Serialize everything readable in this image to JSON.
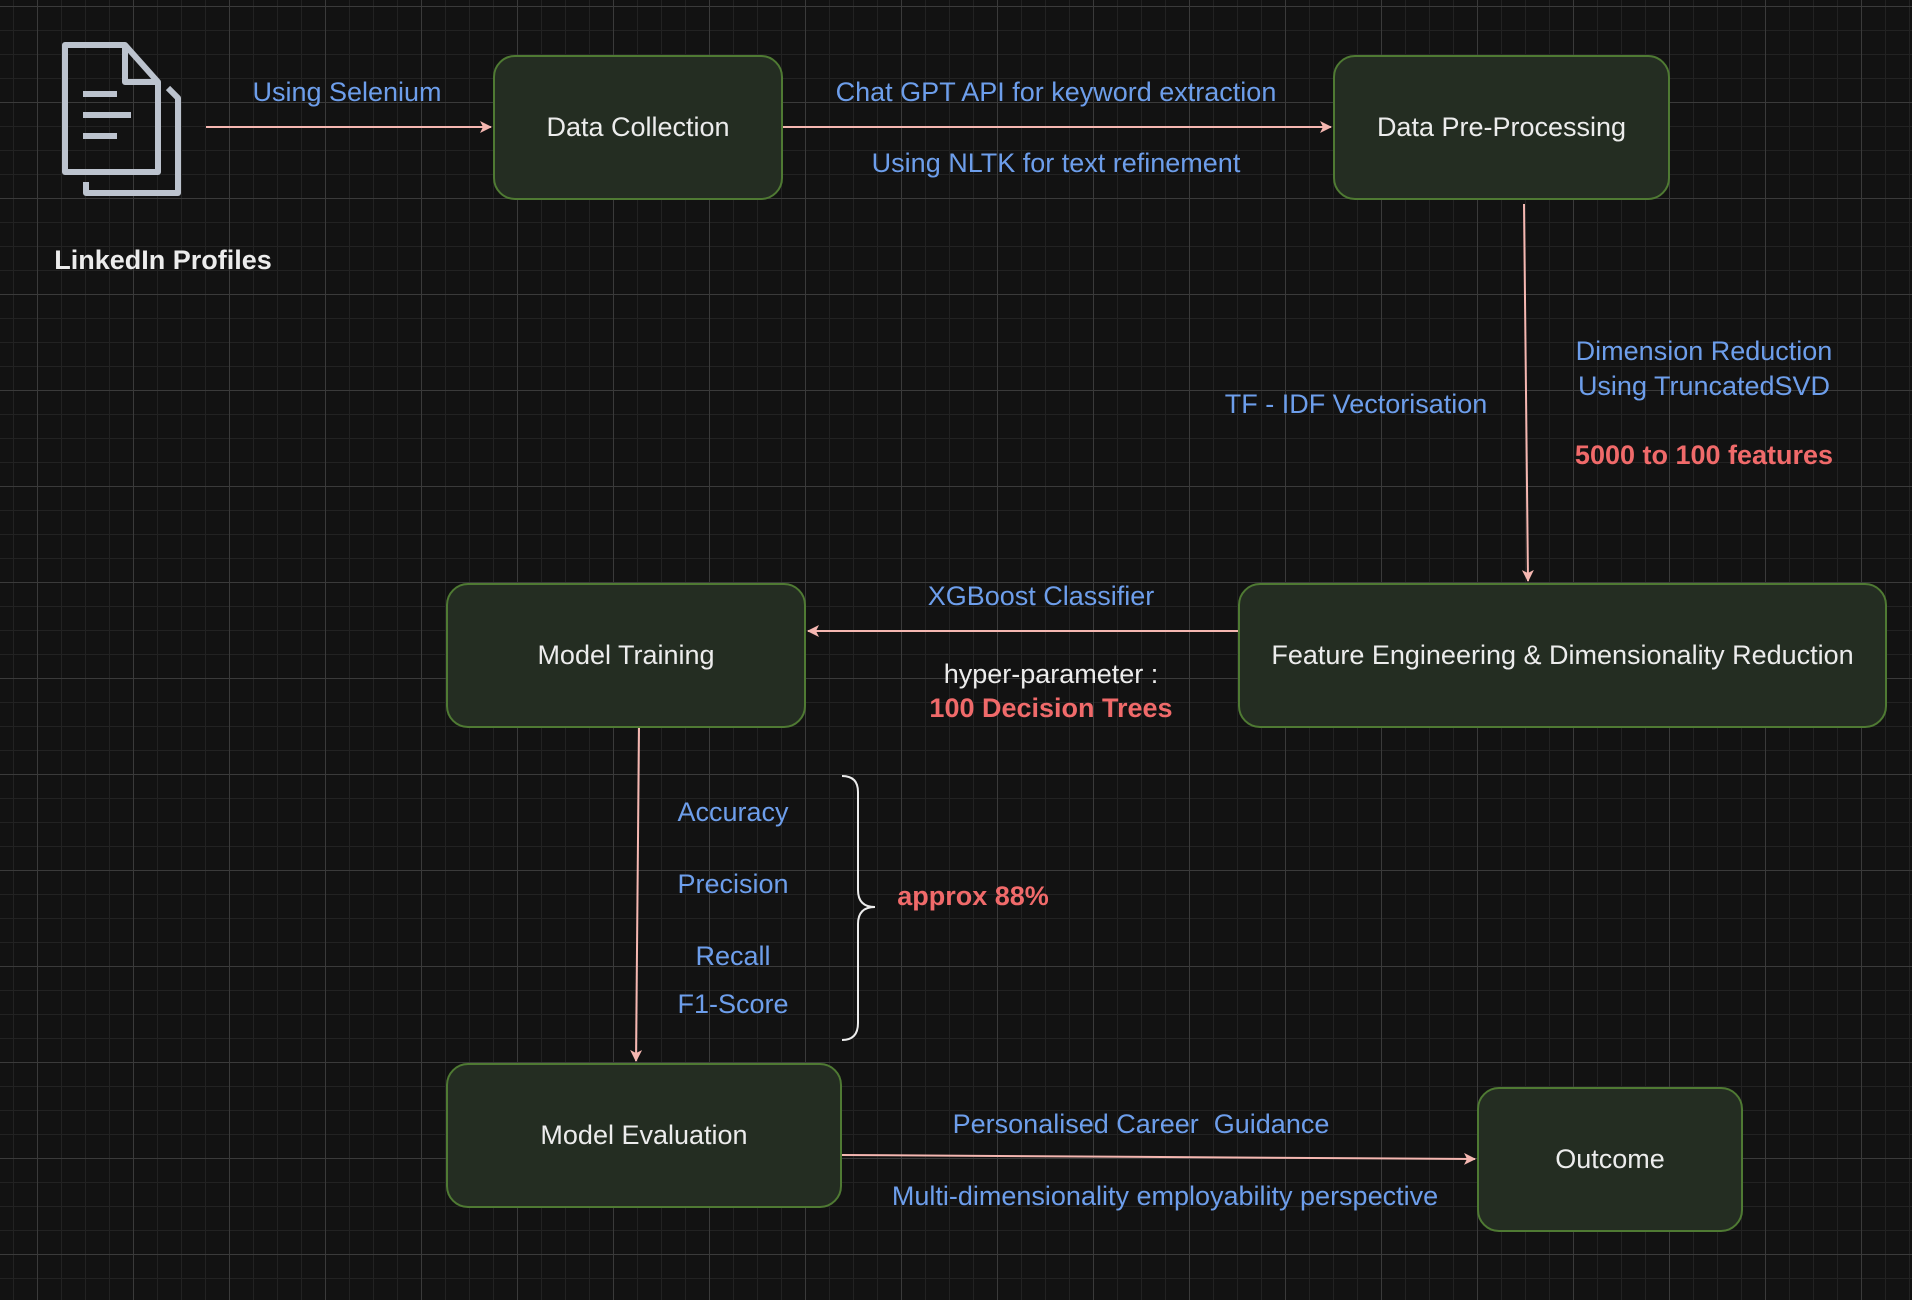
{
  "source": {
    "icon": "document-stack-icon",
    "label": "LinkedIn Profiles"
  },
  "nodes": {
    "data_collection": "Data Collection",
    "data_preprocessing": "Data Pre-Processing",
    "feature_engineering": "Feature Engineering & Dimensionality Reduction",
    "model_training": "Model Training",
    "model_evaluation": "Model Evaluation",
    "outcome": "Outcome"
  },
  "edges": {
    "source_to_collection": {
      "label": "Using Selenium"
    },
    "collection_to_preprocessing": {
      "label_top": "Chat GPT API for keyword extraction",
      "label_bottom": "Using NLTK for text refinement"
    },
    "preprocessing_to_feature": {
      "label_left": "TF - IDF Vectorisation",
      "label_right_line1": "Dimension Reduction",
      "label_right_line2": "Using TruncatedSVD",
      "highlight": "5000 to 100 features"
    },
    "feature_to_training": {
      "label_top": "XGBoost Classifier",
      "label_bottom": "hyper-parameter :",
      "highlight": "100 Decision Trees"
    },
    "training_to_evaluation": {
      "metrics": [
        "Accuracy",
        "Precision",
        "Recall",
        "F1-Score"
      ],
      "highlight": "approx 88%"
    },
    "evaluation_to_outcome": {
      "label_top": "Personalised Career  Guidance",
      "label_bottom": "Multi-dimensionality employability perspective"
    }
  },
  "colors": {
    "background": "#121212",
    "node_fill": "#242d22",
    "node_border": "#4f7a33",
    "arrow": "#f5b7b1",
    "label_blue": "#6d9eeb",
    "label_red": "#f06a6a",
    "text_white": "#ececec",
    "icon": "#bcc3ce"
  }
}
